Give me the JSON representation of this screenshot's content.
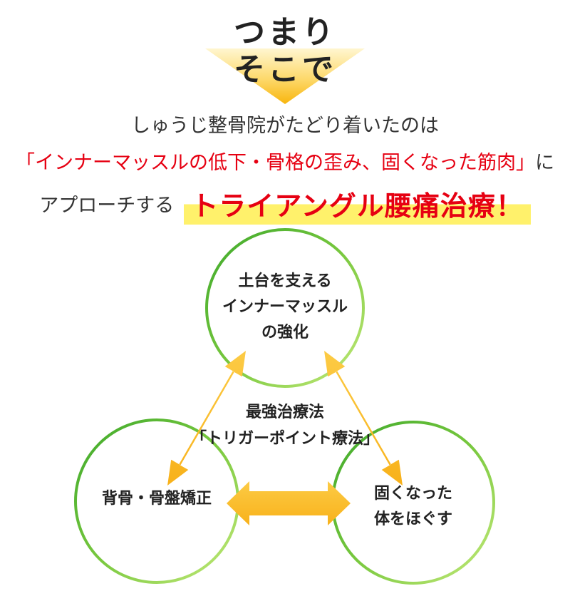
{
  "header": {
    "line1": "つまり",
    "line2": "そこで"
  },
  "intro": {
    "line1": "しゅうじ整骨院がたどり着いたのは",
    "highlight": "「インナーマッスルの低下・骨格の歪み、固くなった筋肉」",
    "suffix": "に",
    "approach_prefix": "アプローチする",
    "method_title": "トライアングル腰痛治療！"
  },
  "diagram": {
    "top_node": [
      "土台を支える",
      "インナーマッスル",
      "の強化"
    ],
    "left_node": [
      "背骨・骨盤矯正"
    ],
    "right_node": [
      "固くなった",
      "体をほぐす"
    ],
    "center_label": [
      "最強治療法",
      "「トリガーポイント療法」"
    ]
  },
  "colors": {
    "accent_red": "#e60012",
    "highlight_yellow": "#fff16b",
    "arrow_orange": "#fbbd2a",
    "circle_green_dark": "#3da82b",
    "circle_green_light": "#c4ea7a",
    "header_triangle_yellow": "#fbc02d"
  }
}
